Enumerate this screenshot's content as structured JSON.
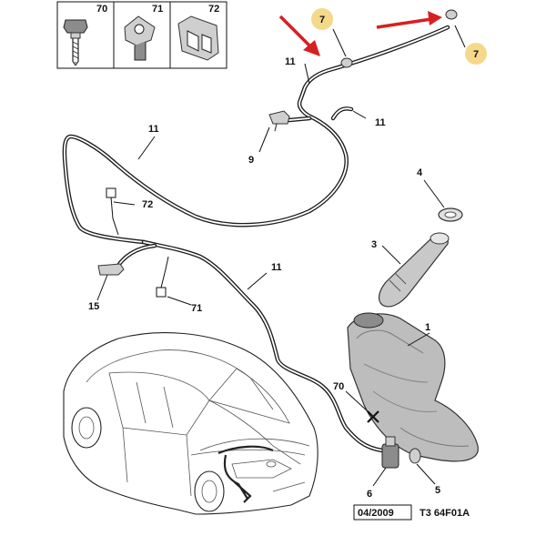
{
  "legend": {
    "items": [
      {
        "number": "70"
      },
      {
        "number": "71"
      },
      {
        "number": "72"
      }
    ]
  },
  "callouts": {
    "n1": "1",
    "n3": "3",
    "n4": "4",
    "n5": "5",
    "n6": "6",
    "n7a": "7",
    "n7b": "7",
    "n9": "9",
    "n11a": "11",
    "n11b": "11",
    "n11c": "11",
    "n11d": "11",
    "n15": "15",
    "n70": "70",
    "n71": "71",
    "n72": "72"
  },
  "footer": {
    "date": "04/2009",
    "reference": "T3 64F01A"
  },
  "colors": {
    "highlight_badge": "#f5d98a",
    "arrow": "#d62020",
    "line": "#1e1e1e"
  },
  "icons": [
    "bolt-icon",
    "clip-icon",
    "hose-clip-icon",
    "red-arrow-icon"
  ]
}
